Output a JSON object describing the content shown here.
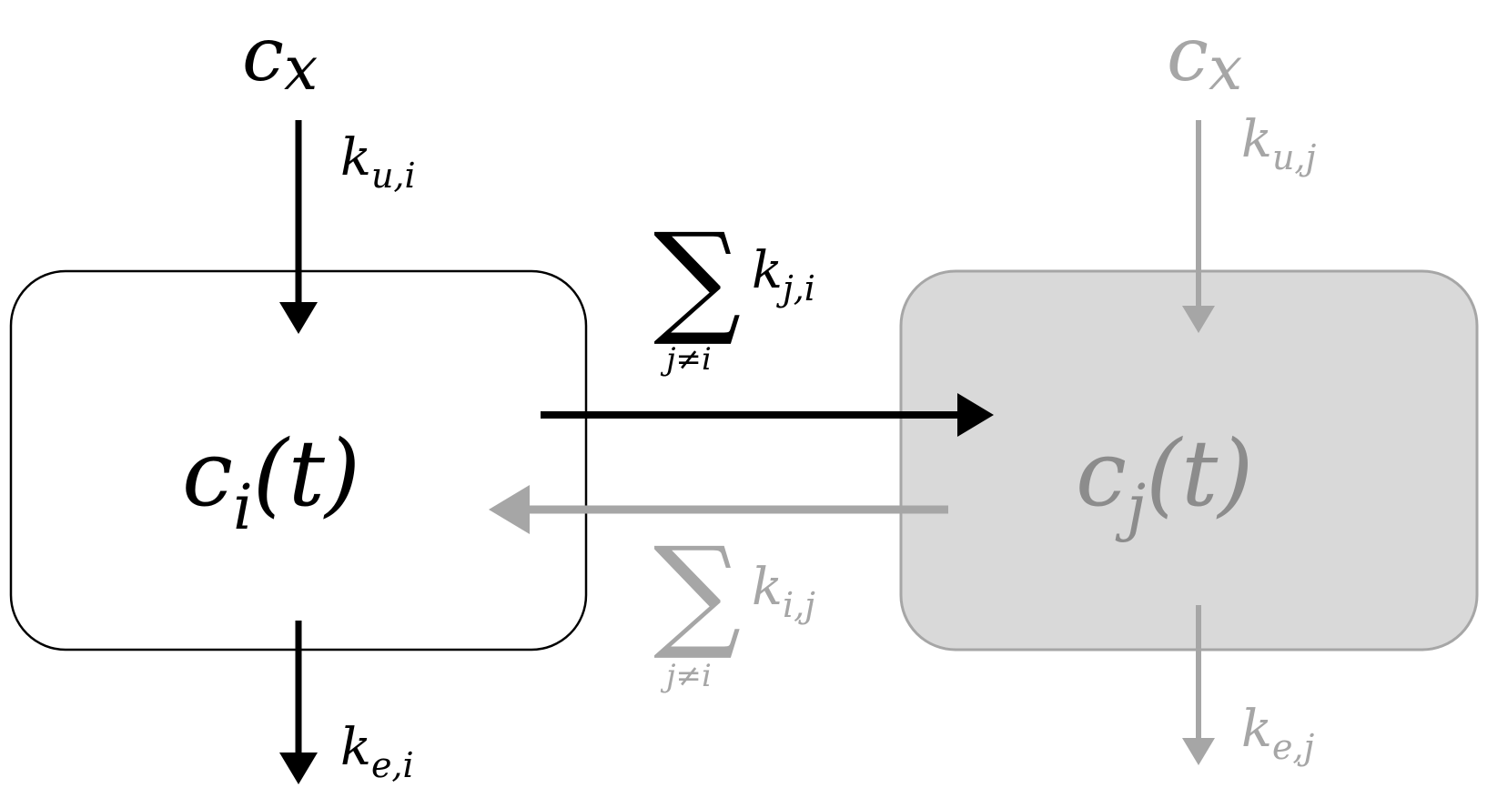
{
  "colors": {
    "primary": "#000000",
    "secondary": "#a6a6a6",
    "secondary_text": "#8c8c8c",
    "box_j_fill": "#d9d9d9",
    "box_j_stroke": "#a6a6a6"
  },
  "compartment_i": {
    "input": {
      "base": "c",
      "sub": "x"
    },
    "uptake_rate": {
      "base": "k",
      "sub": "u,i"
    },
    "concentration": {
      "base": "c",
      "sub": "i",
      "arg": "(t)"
    },
    "elimination_rate": {
      "base": "k",
      "sub": "e,i"
    }
  },
  "compartment_j": {
    "input": {
      "base": "c",
      "sub": "x"
    },
    "uptake_rate": {
      "base": "k",
      "sub": "u,j"
    },
    "concentration": {
      "base": "c",
      "sub": "j",
      "arg": "(t)"
    },
    "elimination_rate": {
      "base": "k",
      "sub": "e,j"
    }
  },
  "transfer_i_to_j": {
    "sum_symbol": "∑",
    "sum_index": "j≠i",
    "rate": {
      "base": "k",
      "sub": "j,i"
    }
  },
  "transfer_j_to_i": {
    "sum_symbol": "∑",
    "sum_index": "j≠i",
    "rate": {
      "base": "k",
      "sub": "i,j"
    }
  }
}
